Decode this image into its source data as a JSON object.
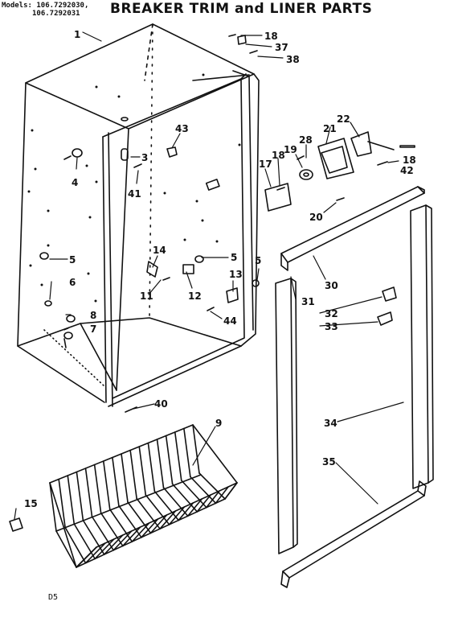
{
  "header": {
    "models_label": "Models:",
    "model_1": "106.7292030,",
    "model_2": "106.7292031",
    "title": "BREAKER TRIM and LINER PARTS"
  },
  "diagram_code": "D5",
  "callouts": {
    "p1": "1",
    "p18a": "18",
    "p37": "37",
    "p38": "38",
    "p22": "22",
    "p21": "21",
    "p28": "28",
    "p19": "19",
    "p18b": "18",
    "p17": "17",
    "p18c": "18",
    "p42": "42",
    "p20": "20",
    "p43": "43",
    "p3": "3",
    "p4": "4",
    "p41": "41",
    "p5a": "5",
    "p6": "6",
    "p8": "8",
    "p7": "7",
    "p14": "14",
    "p5b": "5",
    "p5c": "5",
    "p13": "13",
    "p11": "11",
    "p12": "12",
    "p44": "44",
    "p30": "30",
    "p31": "31",
    "p32": "32",
    "p33": "33",
    "p34": "34",
    "p35": "35",
    "p40": "40",
    "p9": "9",
    "p15": "15"
  }
}
